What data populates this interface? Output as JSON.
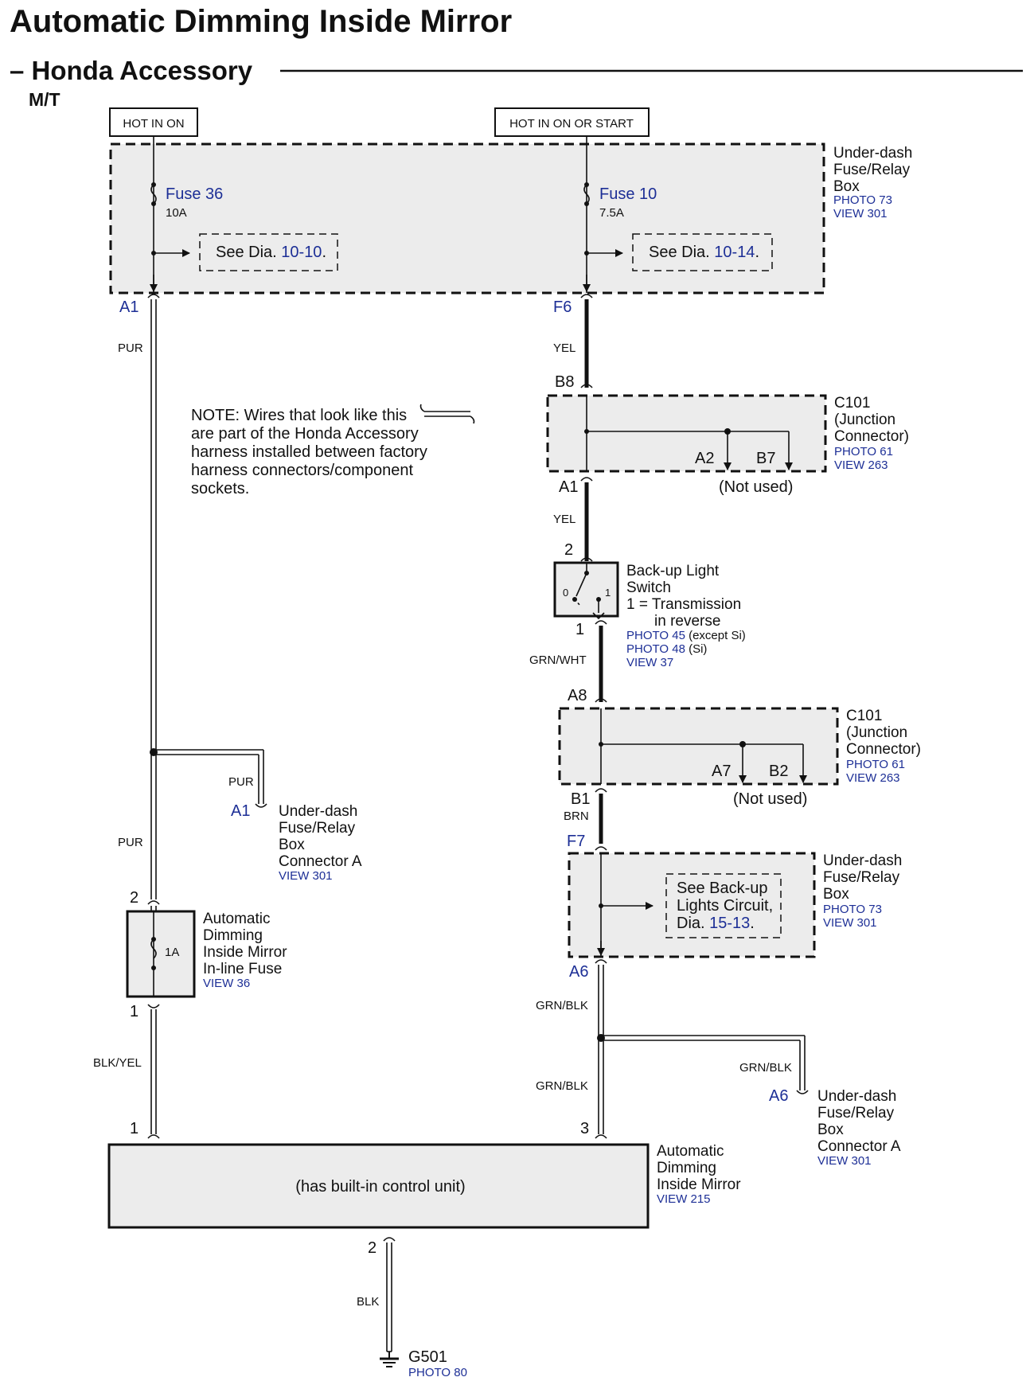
{
  "title": "Automatic Dimming Inside Mirror",
  "subtitle": "– Honda Accessory",
  "variant": "M/T",
  "power_labels": {
    "hot_in_on": "HOT IN ON",
    "hot_in_on_or_start": "HOT IN ON OR START"
  },
  "fuse_box_top": {
    "name_lines": [
      "Under-dash",
      "Fuse/Relay",
      "Box"
    ],
    "photo": "PHOTO 73",
    "view": "VIEW 301",
    "fuse36": {
      "name": "Fuse 36",
      "rating": "10A",
      "see_text": "See Dia.",
      "see_ref": "10-10",
      "see_end": ".",
      "pin": "A1"
    },
    "fuse10": {
      "name": "Fuse 10",
      "rating": "7.5A",
      "see_text": "See Dia.",
      "see_ref": "10-14",
      "see_end": ".",
      "pin": "F6"
    }
  },
  "wires": {
    "pur_1": "PUR",
    "yel_1": "YEL",
    "yel_2": "YEL",
    "grn_wht": "GRN/WHT",
    "brn": "BRN",
    "pur_branch": "PUR",
    "pur_2": "PUR",
    "grn_blk_1": "GRN/BLK",
    "grn_blk_branch": "GRN/BLK",
    "grn_blk_2": "GRN/BLK",
    "blk_yel": "BLK/YEL",
    "blk": "BLK"
  },
  "note_lines": [
    "NOTE: Wires that look like this",
    "are part of the Honda Accessory",
    "harness installed between factory",
    "harness connectors/component",
    "sockets."
  ],
  "c101_upper": {
    "name_lines": [
      "C101",
      "(Junction",
      "Connector)"
    ],
    "photo": "PHOTO 61",
    "view": "VIEW 263",
    "pin_in": "B8",
    "pin_out": "A1",
    "pin_a": "A2",
    "pin_b": "B7",
    "not_used": "(Not used)"
  },
  "backup_switch": {
    "pin_top": "2",
    "pin_bottom": "1",
    "name_lines": [
      "Back-up Light",
      "Switch",
      "1 = Transmission",
      "in reverse"
    ],
    "pos0": "0",
    "pos1": "1",
    "photo1": "PHOTO 45",
    "photo1_note": " (except Si)",
    "photo2": "PHOTO 48",
    "photo2_note": " (Si)",
    "view": "VIEW 37"
  },
  "c101_lower": {
    "name_lines": [
      "C101",
      "(Junction",
      "Connector)"
    ],
    "photo": "PHOTO 61",
    "view": "VIEW 263",
    "pin_in": "A8",
    "pin_out": "B1",
    "pin_a": "A7",
    "pin_b": "B2",
    "not_used": "(Not used)"
  },
  "connector_a_left": {
    "pin": "A1",
    "name_lines": [
      "Under-dash",
      "Fuse/Relay",
      "Box",
      "Connector A"
    ],
    "view": "VIEW 301"
  },
  "fuse_box_lower": {
    "pin_in": "F7",
    "pin_out": "A6",
    "name_lines": [
      "Under-dash",
      "Fuse/Relay",
      "Box"
    ],
    "photo": "PHOTO 73",
    "view": "VIEW 301",
    "see_lines": [
      "See Back-up",
      "Lights Circuit,"
    ],
    "see_text": "Dia.",
    "see_ref": "15-13",
    "see_end": "."
  },
  "inline_fuse": {
    "pin_top": "2",
    "pin_bottom": "1",
    "rating": "1A",
    "name_lines": [
      "Automatic",
      "Dimming",
      "Inside Mirror",
      "In-line Fuse"
    ],
    "view": "VIEW 36"
  },
  "connector_a_right": {
    "pin": "A6",
    "name_lines": [
      "Under-dash",
      "Fuse/Relay",
      "Box",
      "Connector A"
    ],
    "view": "VIEW 301"
  },
  "mirror": {
    "pin_left": "1",
    "pin_right": "3",
    "pin_bottom": "2",
    "inner": "(has built-in control unit)",
    "name_lines": [
      "Automatic",
      "Dimming",
      "Inside Mirror"
    ],
    "view": "VIEW 215"
  },
  "ground": {
    "name": "G501",
    "photo": "PHOTO 80"
  }
}
